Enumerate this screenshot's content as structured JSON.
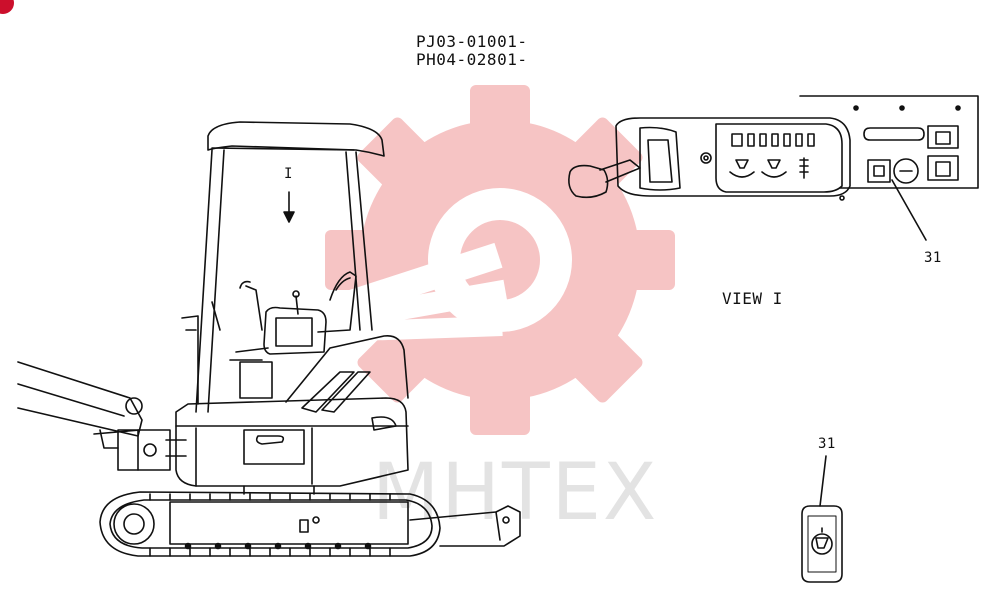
{
  "header": {
    "serial_line_1": "PJ03-01001-",
    "serial_line_2": "PH04-02801-"
  },
  "view_arrow_label": "I",
  "view_title": "VIEW I",
  "callouts": {
    "panel_part": "31",
    "detail_part": "31"
  },
  "watermark": {
    "text": "MHTEX",
    "color": "#f4b8b8"
  },
  "colors": {
    "badge": "#cc0f2c",
    "line": "#111111"
  }
}
